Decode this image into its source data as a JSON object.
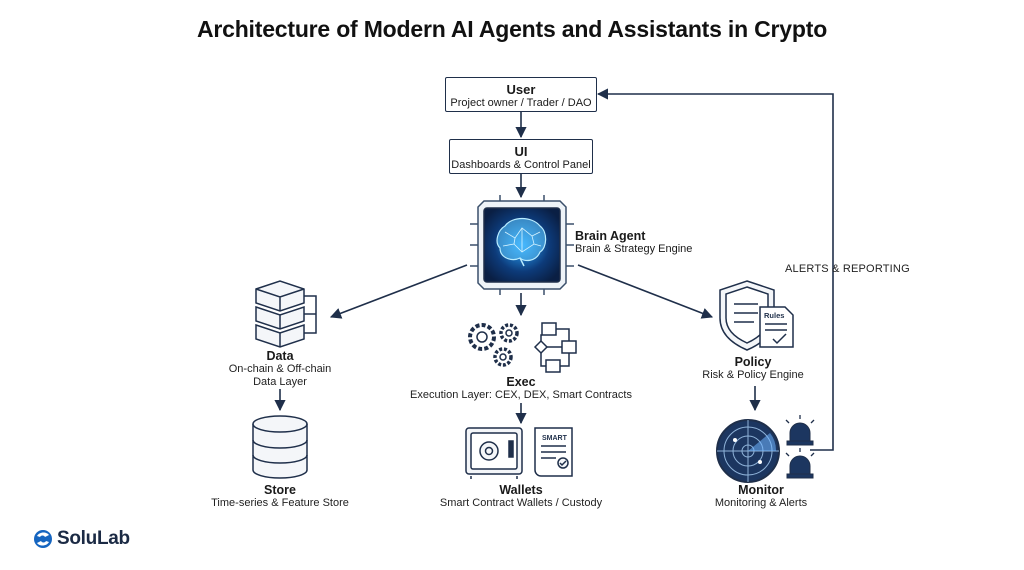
{
  "title": "Architecture of Modern AI Agents and Assistants in Crypto",
  "user": {
    "heading": "User",
    "sub": "Project owner / Trader / DAO"
  },
  "ui": {
    "heading": "UI",
    "sub": "Dashboards & Control Panel"
  },
  "brain": {
    "heading": "Brain Agent",
    "sub": "Brain & Strategy Engine"
  },
  "data_node": {
    "heading": "Data",
    "sub1": "On-chain & Off-chain",
    "sub2": "Data Layer"
  },
  "exec": {
    "heading": "Exec",
    "sub": "Execution Layer: CEX, DEX, Smart Contracts"
  },
  "policy": {
    "heading": "Policy",
    "sub": "Risk & Policy Engine"
  },
  "store": {
    "heading": "Store",
    "sub": "Time-series & Feature Store"
  },
  "wallets": {
    "heading": "Wallets",
    "sub": "Smart Contract Wallets / Custody"
  },
  "monitor": {
    "heading": "Monitor",
    "sub": "Monitoring & Alerts"
  },
  "feedback_label": "ALERTS & REPORTING",
  "icon_text": {
    "rules": "Rules",
    "smart": "SMART"
  },
  "logo": {
    "name": "SoluLab"
  },
  "colors": {
    "navy": "#1f2f4a",
    "brain_blue": "#1e88e5",
    "logo_blue": "#1565c0"
  }
}
